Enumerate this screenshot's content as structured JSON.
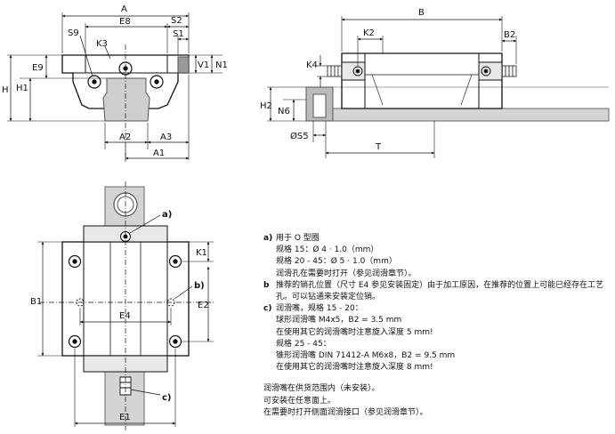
{
  "front_view": {
    "A": "A",
    "E8": "E8",
    "S2": "S2",
    "S1": "S1",
    "S9": "S9",
    "K3": "K3",
    "E9": "E9",
    "V1": "V1",
    "N1": "N1",
    "H": "H",
    "H1": "H1",
    "A2": "A2",
    "A3": "A3",
    "A1": "A1"
  },
  "side_view": {
    "B": "B",
    "K2": "K2",
    "B2": "B2",
    "K4": "K4",
    "H2": "H2",
    "N6": "N6",
    "S5": "ØS5",
    "T": "T"
  },
  "top_view": {
    "a": "a)",
    "b": "b)",
    "c": "c)",
    "K1": "K1",
    "B1": "B1",
    "E4": "E4",
    "E2": "E2",
    "E1": "E1"
  },
  "notes": {
    "a_label": "a)",
    "a_lines": [
      "用于 O 型圈",
      "规格 15：Ø 4 · 1.0（mm）",
      "规格 20 - 45：Ø 5 · 1.0（mm）",
      "润滑孔在需要时打开（参见润滑章节）。"
    ],
    "b_label": "b",
    "b_text": "推荐的销孔位置（尺寸 E4 参见安装固定）由于加工原因，在推荐的位置上可能已经存在工艺孔。可以钻通来安装定位销。",
    "c_label": "c)",
    "c_lines": [
      "润滑嘴，规格 15 - 20：",
      "球形润滑嘴 M4x5，B2 = 3.5 mm",
      "在使用其它的润滑嘴时注意旋入深度 5 mm!",
      "规格 25 - 45：",
      "锥形润滑嘴 DIN 71412-A M6x8，B2 = 9.5 mm",
      "在使用其它的润滑嘴时注意旋入深度 8 mm!"
    ],
    "footer_lines": [
      "润滑嘴在供货范围内（未安装）。",
      "可安装在任意面上。",
      "在需要时打开侧面润滑接口（参见润滑章节）。"
    ]
  }
}
